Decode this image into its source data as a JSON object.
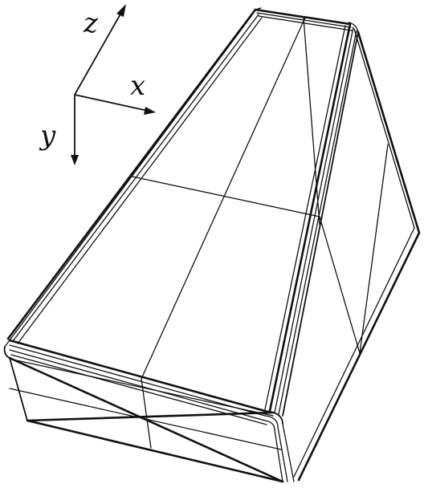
{
  "axes": {
    "x_label": "x",
    "y_label": "y",
    "z_label": "z"
  },
  "colors": {
    "line": "#111111",
    "background": "#ffffff"
  }
}
